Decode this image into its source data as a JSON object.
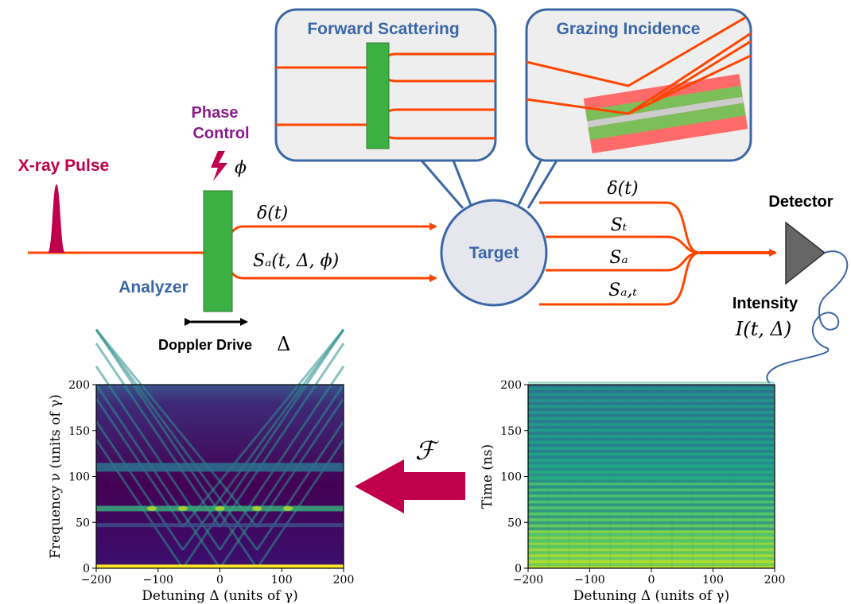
{
  "labels": {
    "xray_pulse": "X-ray Pulse",
    "phase_control_1": "Phase",
    "phase_control_2": "Control",
    "phi": "ϕ",
    "analyzer": "Analyzer",
    "doppler_drive": "Doppler Drive",
    "delta_symbol": "Δ",
    "target": "Target",
    "detector": "Detector",
    "intensity": "Intensity",
    "intensity_formula": "I(t, Δ)",
    "forward_scattering": "Forward Scattering",
    "grazing_incidence": "Grazing Incidence",
    "fourier": "ℱ"
  },
  "beams": {
    "delta_t": "δ(t)",
    "s_a": "Sₐ(t, Δ, ϕ)",
    "out_delta": "δ(t)",
    "out_st": "Sₜ",
    "out_sa": "Sₐ",
    "out_sat": "Sₐ,ₜ"
  },
  "colors": {
    "beam": "#ff4500",
    "analyzer_green": "#3cb043",
    "crimson": "#c0004a",
    "purple": "#8b1a8b",
    "blue_text": "#3b66a6",
    "panel_fill": "#eeeeee",
    "panel_border": "#3b66a6",
    "target_fill": "#e6e6ee",
    "detector": "#666666",
    "heatmap_dark": "#440154",
    "heatmap_mid": "#21918c",
    "heatmap_bright": "#fde725"
  },
  "chart_data": [
    {
      "type": "heatmap",
      "xlabel": "Detuning Δ (units of γ)",
      "ylabel": "Frequency ν (units of γ)",
      "xlim": [
        -200,
        200
      ],
      "ylim": [
        0,
        200
      ],
      "xticks": [
        "−200",
        "−100",
        "0",
        "100",
        "200"
      ],
      "yticks": [
        "0",
        "50",
        "100",
        "150",
        "200"
      ],
      "bright_bands_y": [
        2,
        47,
        65,
        110
      ],
      "colormap": "viridis"
    },
    {
      "type": "heatmap",
      "xlabel": "Detuning Δ (units of γ)",
      "ylabel": "Time (ns)",
      "xlim": [
        -200,
        200
      ],
      "ylim": [
        0,
        200
      ],
      "xticks": [
        "−200",
        "−100",
        "0",
        "100",
        "200"
      ],
      "yticks": [
        "0",
        "50",
        "100",
        "150",
        "200"
      ],
      "colormap": "viridis"
    }
  ]
}
